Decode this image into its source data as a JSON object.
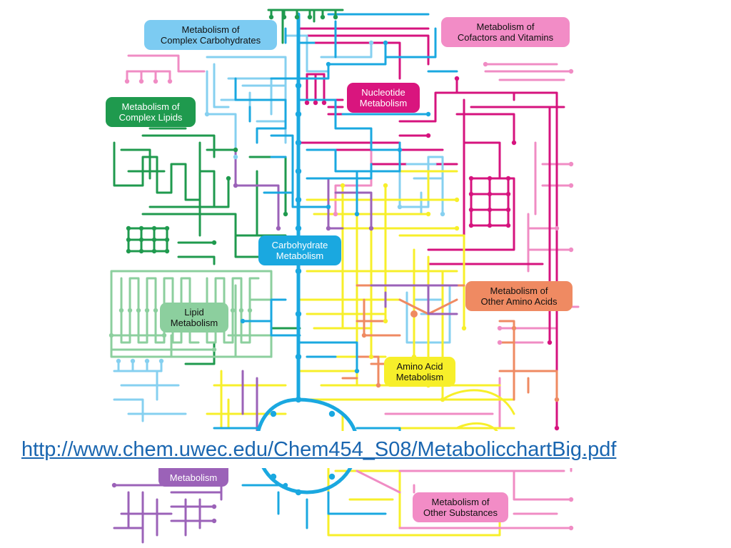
{
  "colors": {
    "carbohydrate": "#1aa8e0",
    "complex_carbohydrates": "#86d0f0",
    "nucleotide": "#d6137e",
    "cofactors": "#f08cc4",
    "complex_lipids": "#1f9a4e",
    "lipid": "#8ccf9e",
    "amino_acid": "#f7ef2a",
    "other_amino_acids": "#ef8a62",
    "glycan": "#9b62b8",
    "other_substances": "#f08cc4",
    "link": "#1a66b0"
  },
  "labels": {
    "complex_carbohydrates": [
      "Metabolism of",
      "Complex Carbohydrates"
    ],
    "cofactors_vitamins": [
      "Metabolism of",
      "Cofactors and Vitamins"
    ],
    "nucleotide": [
      "Nucleotide",
      "Metabolism"
    ],
    "complex_lipids": [
      "Metabolism of",
      "Complex Lipids"
    ],
    "carbohydrate": [
      "Carbohydrate",
      "Metabolism"
    ],
    "other_amino_acids": [
      "Metabolism of",
      "Other Amino Acids"
    ],
    "lipid": [
      "Lipid",
      "Metabolism"
    ],
    "amino_acid": [
      "Amino Acid",
      "Metabolism"
    ],
    "glycan": [
      "Metabolism"
    ],
    "other_substances": [
      "Metabolism of",
      "Other Substances"
    ]
  },
  "source_link": "http://www.chem.uwec.edu/Chem454_S08/MetabolicchartBig.pdf"
}
